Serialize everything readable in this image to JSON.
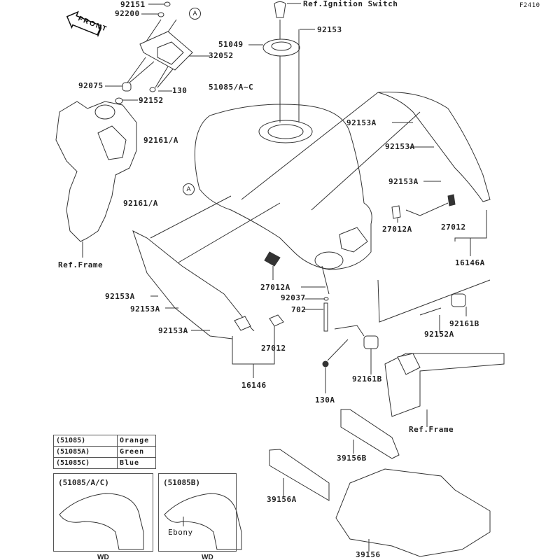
{
  "diagram": {
    "figure_code": "F2410",
    "front_indicator": "FRONT",
    "reference_marker": "A",
    "part_labels": [
      {
        "id": "92151",
        "text": "92151"
      },
      {
        "id": "92200",
        "text": "92200"
      },
      {
        "id": "32052",
        "text": "32052"
      },
      {
        "id": "92075",
        "text": "92075"
      },
      {
        "id": "130",
        "text": "130"
      },
      {
        "id": "92152",
        "text": "92152"
      },
      {
        "id": "ref-ignition-switch",
        "text": "Ref.Ignition Switch"
      },
      {
        "id": "92153",
        "text": "92153"
      },
      {
        "id": "51049",
        "text": "51049"
      },
      {
        "id": "51085-a-c",
        "text": "51085/A~C"
      },
      {
        "id": "92153a-1",
        "text": "92153A"
      },
      {
        "id": "92153a-2",
        "text": "92153A"
      },
      {
        "id": "92153a-3",
        "text": "92153A"
      },
      {
        "id": "92161-a-1",
        "text": "92161/A"
      },
      {
        "id": "92161-a-2",
        "text": "92161/A"
      },
      {
        "id": "ref-frame-1",
        "text": "Ref.Frame"
      },
      {
        "id": "27012a-1",
        "text": "27012A"
      },
      {
        "id": "27012-1",
        "text": "27012"
      },
      {
        "id": "16146a",
        "text": "16146A"
      },
      {
        "id": "92153a-4",
        "text": "92153A"
      },
      {
        "id": "92153a-5",
        "text": "92153A"
      },
      {
        "id": "92153a-6",
        "text": "92153A"
      },
      {
        "id": "27012a-2",
        "text": "27012A"
      },
      {
        "id": "92037",
        "text": "92037"
      },
      {
        "id": "702",
        "text": "702"
      },
      {
        "id": "27012-2",
        "text": "27012"
      },
      {
        "id": "16146",
        "text": "16146"
      },
      {
        "id": "92161b-1",
        "text": "92161B"
      },
      {
        "id": "92152a",
        "text": "92152A"
      },
      {
        "id": "92161b-2",
        "text": "92161B"
      },
      {
        "id": "130a",
        "text": "130A"
      },
      {
        "id": "ref-frame-2",
        "text": "Ref.Frame"
      },
      {
        "id": "39156b",
        "text": "39156B"
      },
      {
        "id": "39156a",
        "text": "39156A"
      },
      {
        "id": "39156",
        "text": "39156"
      }
    ],
    "color_table": [
      {
        "part": "(51085)",
        "color": "Orange"
      },
      {
        "part": "(51085A)",
        "color": "Green"
      },
      {
        "part": "(51085C)",
        "color": "Blue"
      }
    ],
    "insets": [
      {
        "title": "(51085/A/C)",
        "caption": "WD",
        "note": ""
      },
      {
        "title": "(51085B)",
        "caption": "WD",
        "note": "Ebony"
      }
    ]
  }
}
